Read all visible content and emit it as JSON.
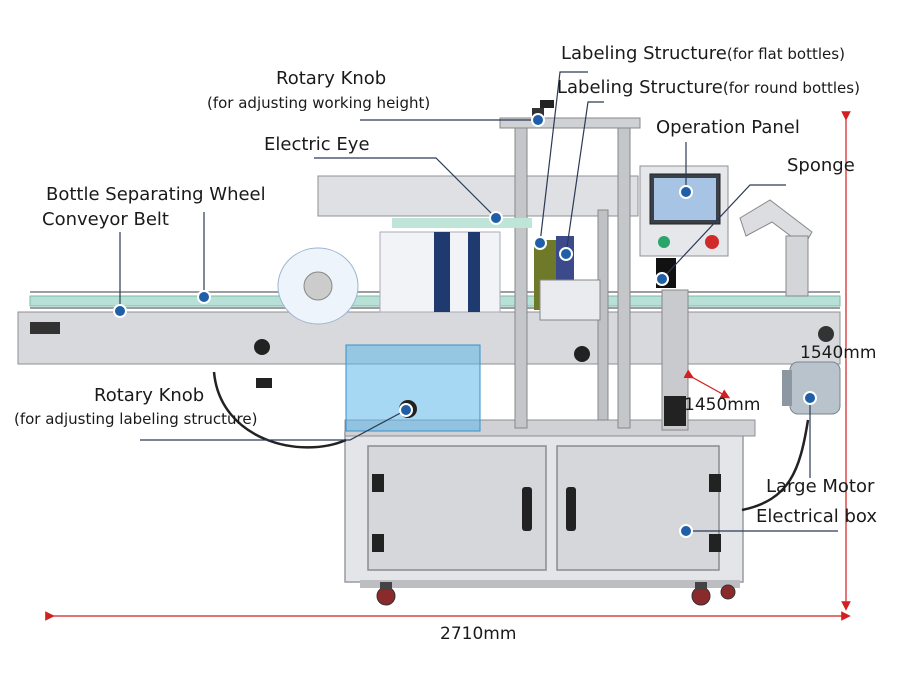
{
  "labels": {
    "rotary_knob_height_title": "Rotary Knob",
    "rotary_knob_height_sub": "(for adjusting working height)",
    "electric_eye": "Electric Eye",
    "bottle_separating_wheel": "Bottle Separating Wheel",
    "conveyor_belt": "Conveyor Belt",
    "labeling_flat_main": "Labeling Structure",
    "labeling_flat_sub": "(for flat bottles)",
    "labeling_round_main": "Labeling Structure",
    "labeling_round_sub": "(for round bottles)",
    "operation_panel": "Operation Panel",
    "sponge": "Sponge",
    "rotary_knob_labeling_title": "Rotary Knob",
    "rotary_knob_labeling_sub": "(for adjusting labeling structure)",
    "large_motor": "Large Motor",
    "electrical_box": "Electrical box"
  },
  "dimensions": {
    "height": "1540mm",
    "depth": "1450mm",
    "width": "2710mm"
  },
  "colors": {
    "accent_blue": "#1f5fa8",
    "dimension_red": "#d21f1f",
    "steel": "#c9ccd0",
    "cabinet": "#dcdde0",
    "highlight": "#5fb8ea"
  }
}
